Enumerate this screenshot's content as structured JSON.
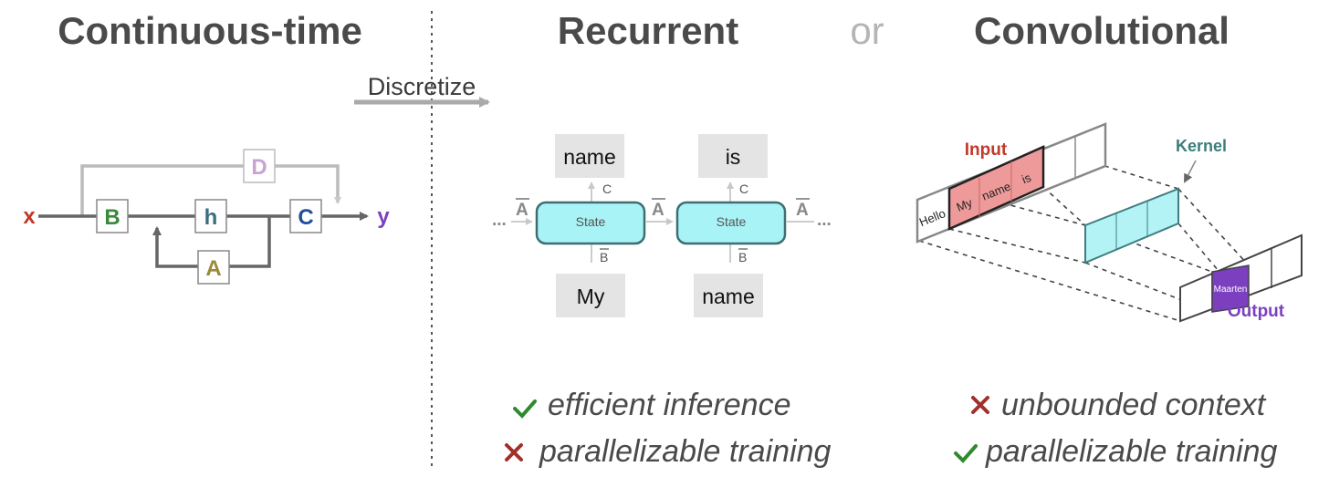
{
  "titles": {
    "continuous": "Continuous-time",
    "recurrent": "Recurrent",
    "or": "or",
    "convolutional": "Convolutional"
  },
  "discretize_label": "Discretize",
  "continuous_diagram": {
    "input": "x",
    "output": "y",
    "box_b": "B",
    "box_h": "h",
    "box_c": "C",
    "box_a": "A",
    "box_d": "D"
  },
  "recurrent_diagram": {
    "state_label": "State",
    "inputs": [
      "My",
      "name"
    ],
    "outputs": [
      "name",
      "is"
    ],
    "c_label": "C",
    "b_label": "B",
    "a_label": "A",
    "ellipsis": "..."
  },
  "conv_diagram": {
    "input_label": "Input",
    "kernel_label": "Kernel",
    "output_label": "Output",
    "tokens": [
      "Hello",
      "My",
      "name",
      "is"
    ],
    "output_token": "Maarten"
  },
  "properties": {
    "recurrent": [
      {
        "text": "efficient inference",
        "status": "check"
      },
      {
        "text": "parallelizable training",
        "status": "cross"
      }
    ],
    "convolutional": [
      {
        "text": "unbounded context",
        "status": "cross"
      },
      {
        "text": "parallelizable training",
        "status": "check"
      }
    ]
  },
  "colors": {
    "title": "#4a4a4a",
    "x": "#c0392b",
    "y": "#7b3fbf",
    "B": "#3b8a3b",
    "h": "#3b6e80",
    "C": "#1f4e9c",
    "A": "#9a8a3a",
    "D": "#c9a3d6",
    "state_fill": "#a8f3f6",
    "input_red": "#c0392b",
    "kernel_teal": "#3b7d7d",
    "output_purple": "#7b3fbf",
    "check": "#2f8a2f",
    "cross": "#a0302a"
  }
}
